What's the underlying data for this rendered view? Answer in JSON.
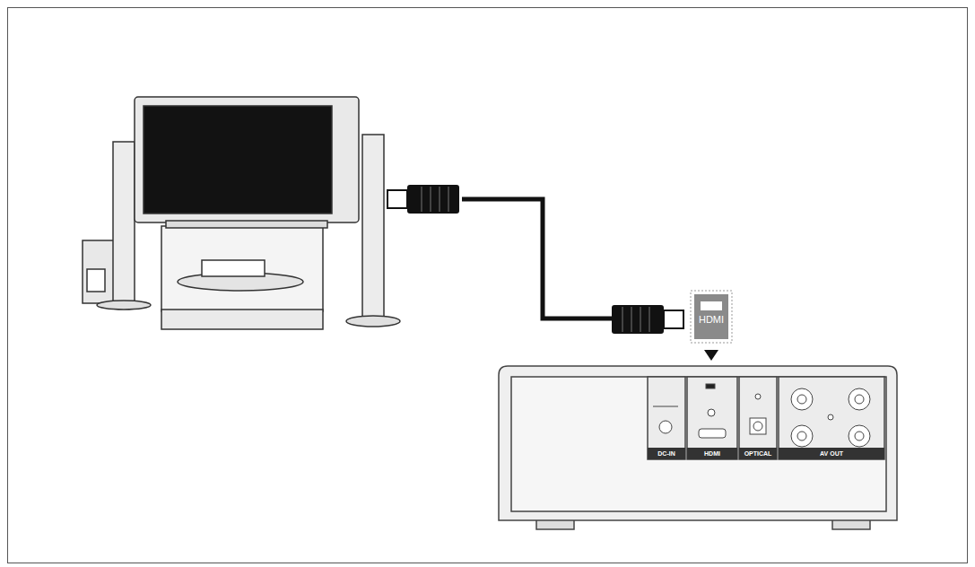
{
  "diagram": {
    "labels": [
      "HDMI",
      "DC-IN",
      "HDMI",
      "OPTICAL",
      "AV OUT"
    ]
  }
}
